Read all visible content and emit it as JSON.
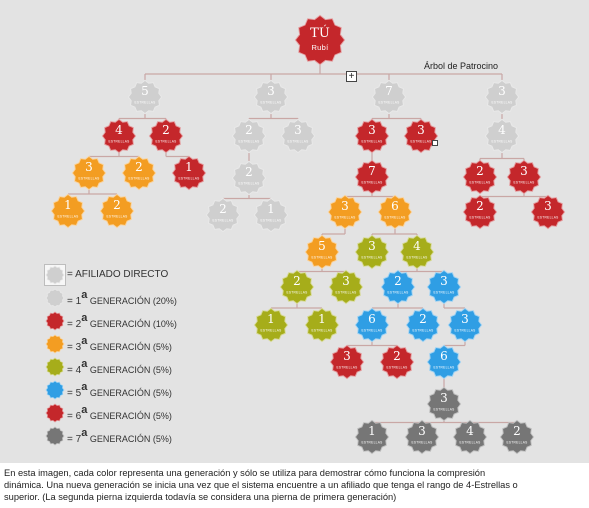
{
  "root": {
    "title": "TÚ",
    "subtitle": "Rubí",
    "color": "#c4272b"
  },
  "tree_title": "Árbol de Patrocino",
  "move_handle_glyph": "+",
  "colors": {
    "direct": "#cfcfcf",
    "gen1": "#cfcfcf",
    "gen2": "#c4272b",
    "gen3": "#f39d22",
    "gen4": "#a6ad1a",
    "gen5": "#2f9ee4",
    "gen6": "#c4272b",
    "gen7": "#767676",
    "line": "#c9a7a5"
  },
  "legend": [
    {
      "prefix": "= ",
      "main": "AFILIADO DIRECTO",
      "sup": "",
      "rest": "",
      "level": "direct"
    },
    {
      "prefix": "= 1",
      "main": "",
      "sup": "a",
      "rest": " GENERACIÓN (20%)",
      "level": "gen1"
    },
    {
      "prefix": "= 2",
      "main": "",
      "sup": "a",
      "rest": " GENERACIÓN (10%)",
      "level": "gen2"
    },
    {
      "prefix": "= 3",
      "main": "",
      "sup": "a",
      "rest": " GENERACIÓN (5%)",
      "level": "gen3"
    },
    {
      "prefix": "= 4",
      "main": "",
      "sup": "a",
      "rest": " GENERACIÓN (5%)",
      "level": "gen4"
    },
    {
      "prefix": "= 5",
      "main": "",
      "sup": "a",
      "rest": " GENERACIÓN (5%)",
      "level": "gen5"
    },
    {
      "prefix": "= 6",
      "main": "",
      "sup": "a",
      "rest": " GENERACIÓN (5%)",
      "level": "gen6"
    },
    {
      "prefix": "= 7",
      "main": "",
      "sup": "a",
      "rest": " GENERACIÓN (5%)",
      "level": "gen7"
    }
  ],
  "caption": [
    "En esta imagen, cada color representa una generación y sólo se utiliza para demostrar cómo funciona la compresión",
    "dinámica. Una nueva generación se inicia una vez que el sistema encuentre a un afiliado que tenga el rango de 4-Estrellas o",
    "superior. (La segunda pierna izquierda todavía se considera una pierna de primera generación)"
  ],
  "star_label": "ESTRELLAS",
  "nodes": [
    {
      "id": "n_a",
      "n": "5",
      "level": "direct",
      "parent": "root"
    },
    {
      "id": "n_b",
      "n": "3",
      "level": "direct",
      "parent": "root"
    },
    {
      "id": "n_c",
      "n": "7",
      "level": "direct",
      "parent": "root"
    },
    {
      "id": "n_d",
      "n": "3",
      "level": "direct",
      "parent": "root"
    },
    {
      "id": "a1",
      "n": "4",
      "level": "gen2",
      "parent": "n_a"
    },
    {
      "id": "a2",
      "n": "2",
      "level": "gen2",
      "parent": "n_a"
    },
    {
      "id": "a11",
      "n": "3",
      "level": "gen3",
      "parent": "a1"
    },
    {
      "id": "a12",
      "n": "2",
      "level": "gen3",
      "parent": "a1"
    },
    {
      "id": "a21",
      "n": "1",
      "level": "gen2",
      "parent": "a2"
    },
    {
      "id": "a111",
      "n": "1",
      "level": "gen3",
      "parent": "a11"
    },
    {
      "id": "a112",
      "n": "2",
      "level": "gen3",
      "parent": "a11"
    },
    {
      "id": "b1",
      "n": "2",
      "level": "gen1",
      "parent": "n_b"
    },
    {
      "id": "b2",
      "n": "3",
      "level": "gen1",
      "parent": "n_b"
    },
    {
      "id": "b11",
      "n": "2",
      "level": "gen1",
      "parent": "b1"
    },
    {
      "id": "b111",
      "n": "2",
      "level": "gen1",
      "parent": "b11"
    },
    {
      "id": "b112",
      "n": "1",
      "level": "gen1",
      "parent": "b11"
    },
    {
      "id": "c1",
      "n": "3",
      "level": "gen2",
      "parent": "n_c"
    },
    {
      "id": "c2",
      "n": "3",
      "level": "gen2",
      "parent": "n_c"
    },
    {
      "id": "c11",
      "n": "7",
      "level": "gen2",
      "parent": "c1"
    },
    {
      "id": "c111",
      "n": "3",
      "level": "gen3",
      "parent": "c11"
    },
    {
      "id": "c112",
      "n": "6",
      "level": "gen3",
      "parent": "c11"
    },
    {
      "id": "c1111",
      "n": "5",
      "level": "gen3",
      "parent": "c111"
    },
    {
      "id": "c1121",
      "n": "3",
      "level": "gen4",
      "parent": "c112"
    },
    {
      "id": "c1122",
      "n": "4",
      "level": "gen4",
      "parent": "c112"
    },
    {
      "id": "e1",
      "n": "2",
      "level": "gen4",
      "parent": "c1111"
    },
    {
      "id": "e2",
      "n": "3",
      "level": "gen4",
      "parent": "c1111"
    },
    {
      "id": "e3",
      "n": "2",
      "level": "gen5",
      "parent": "c1122"
    },
    {
      "id": "e4",
      "n": "3",
      "level": "gen5",
      "parent": "c1122"
    },
    {
      "id": "f1",
      "n": "1",
      "level": "gen4",
      "parent": "e1"
    },
    {
      "id": "f2",
      "n": "1",
      "level": "gen4",
      "parent": "e1"
    },
    {
      "id": "f3",
      "n": "6",
      "level": "gen5",
      "parent": "e3"
    },
    {
      "id": "f4",
      "n": "2",
      "level": "gen5",
      "parent": "e3"
    },
    {
      "id": "f5",
      "n": "3",
      "level": "gen5",
      "parent": "e4"
    },
    {
      "id": "g1",
      "n": "3",
      "level": "gen6",
      "parent": "f3"
    },
    {
      "id": "g2",
      "n": "2",
      "level": "gen6",
      "parent": "f3"
    },
    {
      "id": "g3",
      "n": "6",
      "level": "gen5",
      "parent": "f5"
    },
    {
      "id": "h1",
      "n": "3",
      "level": "gen7",
      "parent": "g3"
    },
    {
      "id": "i1",
      "n": "1",
      "level": "gen7",
      "parent": "h1"
    },
    {
      "id": "i2",
      "n": "3",
      "level": "gen7",
      "parent": "h1"
    },
    {
      "id": "i3",
      "n": "4",
      "level": "gen7",
      "parent": "h1"
    },
    {
      "id": "i4",
      "n": "2",
      "level": "gen7",
      "parent": "h1"
    },
    {
      "id": "d1",
      "n": "4",
      "level": "gen1",
      "parent": "n_d"
    },
    {
      "id": "d11",
      "n": "2",
      "level": "gen2",
      "parent": "d1"
    },
    {
      "id": "d12",
      "n": "3",
      "level": "gen2",
      "parent": "d1"
    },
    {
      "id": "d121",
      "n": "2",
      "level": "gen2",
      "parent": "d12"
    },
    {
      "id": "d122",
      "n": "3",
      "level": "gen2",
      "parent": "d12"
    }
  ]
}
